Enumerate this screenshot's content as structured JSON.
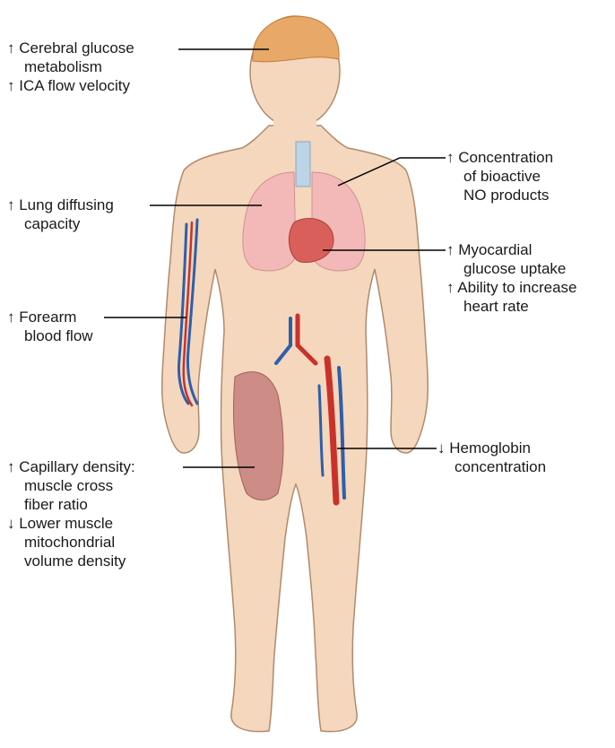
{
  "annotations": {
    "brain": {
      "lines": [
        "↑ Cerebral glucose",
        "metabolism",
        "↑ ICA flow velocity"
      ]
    },
    "lung": {
      "lines": [
        "↑ Lung diffusing",
        "capacity"
      ]
    },
    "forearm": {
      "lines": [
        "↑ Forearm",
        "blood flow"
      ]
    },
    "muscle": {
      "lines": [
        "↑ Capillary density:",
        "muscle cross",
        "fiber ratio",
        "↓ Lower muscle",
        "mitochondrial",
        "volume density"
      ]
    },
    "no": {
      "lines": [
        "↑ Concentration",
        "of bioactive",
        "NO products"
      ]
    },
    "heart": {
      "lines": [
        "↑ Myocardial",
        "glucose uptake",
        "↑ Ability to increase",
        "heart rate"
      ]
    },
    "hemoglobin": {
      "lines": [
        "↓ Hemoglobin",
        "concentration"
      ]
    }
  },
  "colors": {
    "skin": "#f4d7bd",
    "skin_outline": "#b08a6c",
    "brain": "#e8a868",
    "lung": "#f3b8b8",
    "heart": "#d9605a",
    "trachea": "#bcd4e6",
    "artery": "#c8322b",
    "vein": "#2f5fa8",
    "muscle": "#cd8c86",
    "leader_line": "#000000"
  }
}
